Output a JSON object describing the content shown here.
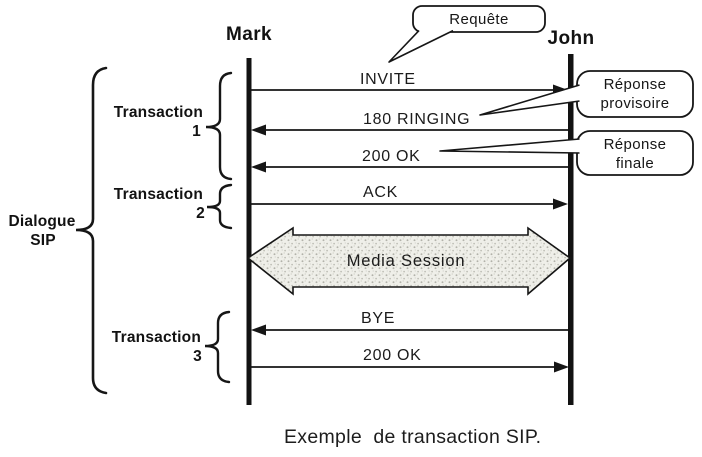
{
  "diagram_type": "sip-sequence-diagram",
  "actors": [
    {
      "name": "Mark"
    },
    {
      "name": "John"
    }
  ],
  "messages": [
    {
      "label": "INVITE",
      "from": "Mark",
      "to": "John",
      "direction": "right"
    },
    {
      "label": "180 RINGING",
      "from": "John",
      "to": "Mark",
      "direction": "left"
    },
    {
      "label": "200 OK",
      "from": "John",
      "to": "Mark",
      "direction": "left"
    },
    {
      "label": "ACK",
      "from": "Mark",
      "to": "John",
      "direction": "right"
    },
    {
      "label": "Media Session",
      "from": "Mark",
      "to": "John",
      "direction": "both"
    },
    {
      "label": "BYE",
      "from": "John",
      "to": "Mark",
      "direction": "left"
    },
    {
      "label": "200 OK",
      "from": "Mark",
      "to": "John",
      "direction": "right"
    }
  ],
  "callouts": [
    {
      "lines": [
        "Requête"
      ],
      "points_to": "INVITE"
    },
    {
      "lines": [
        "Réponse",
        "provisoire"
      ],
      "points_to": "180 RINGING"
    },
    {
      "lines": [
        "Réponse",
        "finale"
      ],
      "points_to": "200 OK"
    }
  ],
  "groups": [
    {
      "lines": [
        "Transaction",
        "1"
      ],
      "covers": [
        "INVITE",
        "180 RINGING",
        "200 OK"
      ]
    },
    {
      "lines": [
        "Transaction",
        "2"
      ],
      "covers": [
        "ACK"
      ]
    },
    {
      "lines": [
        "Transaction",
        "3"
      ],
      "covers": [
        "BYE",
        "200 OK"
      ]
    },
    {
      "lines": [
        "Dialogue",
        "SIP"
      ],
      "covers": [
        "Transaction 1",
        "Transaction 2",
        "Transaction 3"
      ]
    }
  ],
  "caption": "Exemple  de transaction SIP.",
  "colors": {
    "ink": "#161616",
    "paper": "#ffffff",
    "media_arrow_fill": "#ededе8",
    "media_arrow_dots": "#b5b5ad"
  }
}
